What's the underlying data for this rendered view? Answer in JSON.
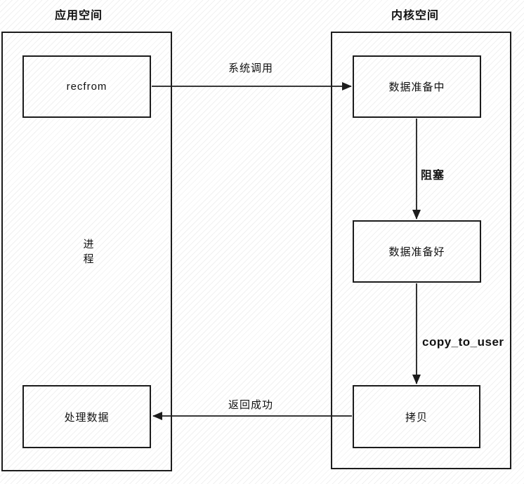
{
  "diagram": {
    "regions": {
      "application": {
        "title": "应用空间"
      },
      "kernel": {
        "title": "内核空间"
      }
    },
    "nodes": {
      "recfrom": "recfrom",
      "process": "进程",
      "handle_data": "处理数据",
      "data_preparing": "数据准备中",
      "data_ready": "数据准备好",
      "copy": "拷贝"
    },
    "edges": {
      "syscall": "系统调用",
      "block": "阻塞",
      "copy_to_user": "copy_to_user",
      "return_success": "返回成功"
    },
    "colors": {
      "line": "#1c1c1c",
      "text": "#111111",
      "background": "#ffffff",
      "hatch": "#ededed"
    }
  }
}
